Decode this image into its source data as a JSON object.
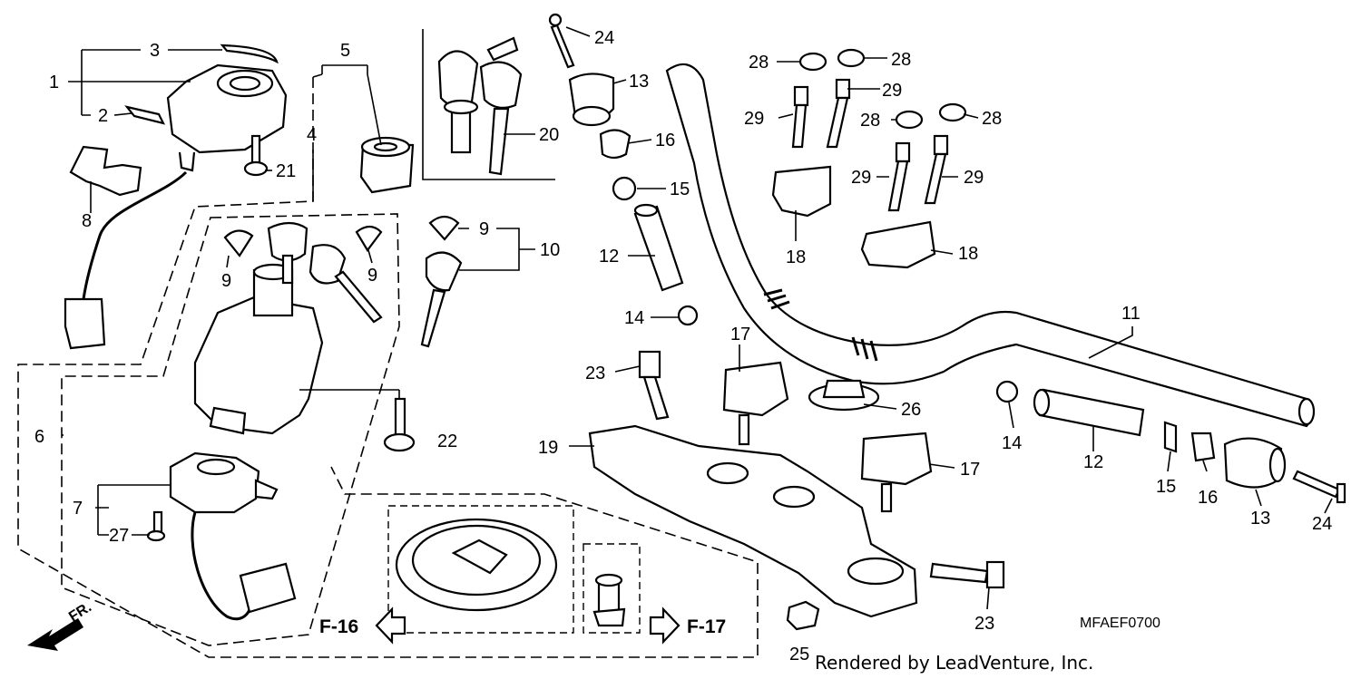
{
  "callouts": [
    {
      "id": "c1",
      "text": "1"
    },
    {
      "id": "c2",
      "text": "2"
    },
    {
      "id": "c3",
      "text": "3"
    },
    {
      "id": "c4",
      "text": "4"
    },
    {
      "id": "c5",
      "text": "5"
    },
    {
      "id": "c6",
      "text": "6"
    },
    {
      "id": "c7",
      "text": "7"
    },
    {
      "id": "c8",
      "text": "8"
    },
    {
      "id": "c9a",
      "text": "9"
    },
    {
      "id": "c9b",
      "text": "9"
    },
    {
      "id": "c9c",
      "text": "9"
    },
    {
      "id": "c10",
      "text": "10"
    },
    {
      "id": "c11",
      "text": "11"
    },
    {
      "id": "c12a",
      "text": "12"
    },
    {
      "id": "c12b",
      "text": "12"
    },
    {
      "id": "c13a",
      "text": "13"
    },
    {
      "id": "c13b",
      "text": "13"
    },
    {
      "id": "c14a",
      "text": "14"
    },
    {
      "id": "c14b",
      "text": "14"
    },
    {
      "id": "c15a",
      "text": "15"
    },
    {
      "id": "c15b",
      "text": "15"
    },
    {
      "id": "c16a",
      "text": "16"
    },
    {
      "id": "c16b",
      "text": "16"
    },
    {
      "id": "c17a",
      "text": "17"
    },
    {
      "id": "c17b",
      "text": "17"
    },
    {
      "id": "c18a",
      "text": "18"
    },
    {
      "id": "c18b",
      "text": "18"
    },
    {
      "id": "c19",
      "text": "19"
    },
    {
      "id": "c20",
      "text": "20"
    },
    {
      "id": "c21",
      "text": "21"
    },
    {
      "id": "c22",
      "text": "22"
    },
    {
      "id": "c23a",
      "text": "23"
    },
    {
      "id": "c23b",
      "text": "23"
    },
    {
      "id": "c24a",
      "text": "24"
    },
    {
      "id": "c24b",
      "text": "24"
    },
    {
      "id": "c25",
      "text": "25"
    },
    {
      "id": "c26",
      "text": "26"
    },
    {
      "id": "c27",
      "text": "27"
    },
    {
      "id": "c28a",
      "text": "28"
    },
    {
      "id": "c28b",
      "text": "28"
    },
    {
      "id": "c28c",
      "text": "28"
    },
    {
      "id": "c28d",
      "text": "28"
    },
    {
      "id": "c29a",
      "text": "29"
    },
    {
      "id": "c29b",
      "text": "29"
    },
    {
      "id": "c29c",
      "text": "29"
    },
    {
      "id": "c29d",
      "text": "29"
    }
  ],
  "refs": {
    "f16": "F-16",
    "f17": "F-17"
  },
  "front_marker": "FR.",
  "diagram_code": "MFAEF0700",
  "credit": "Rendered by LeadVenture, Inc.",
  "colors": {
    "line": "#000000",
    "background": "#ffffff"
  }
}
